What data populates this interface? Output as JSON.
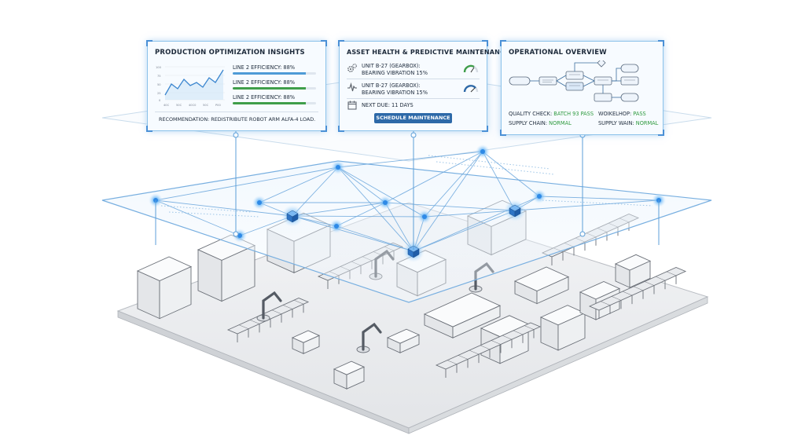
{
  "panel_production": {
    "title": "PRODUCTION OPTIMIZATION INSIGHTS",
    "chart_y_ticks": [
      "100",
      "75",
      "50",
      "25",
      "0"
    ],
    "chart_x_ticks": [
      "40C",
      "50C",
      "40C0",
      "50C",
      "P00"
    ],
    "metrics": [
      {
        "label": "LINE 2 EFFICIENCY: 88%",
        "level": 0.88,
        "color": "#4e9bd6"
      },
      {
        "label": "LINE 2 EFFICIENCY: 88%",
        "level": 0.88,
        "color": "#3f9e4a"
      },
      {
        "label": "LINE 2 EFFICIENCY: 88%",
        "level": 0.88,
        "color": "#3f9e4a"
      }
    ],
    "recommendation": "RECOMMENDATION: REDISTRIBUTE ROBOT ARM ALFA-4 LOAD."
  },
  "panel_asset": {
    "title": "ASSET HEALTH & PREDICTIVE MAINTENANCE",
    "items": [
      {
        "line1": "UNIT B-27 (GEARBOX):",
        "line2": "BEARING VIBRATION 15%",
        "icon": "gears-icon"
      },
      {
        "line1": "UNIT B-27 (GEARBOX):",
        "line2": "BEARING VIBRATION 15%",
        "icon": "vibration-wave-icon"
      }
    ],
    "next_due": "NEXT DUE: 11 DAYS",
    "button": "SCHEDULE MAINTENANCE"
  },
  "panel_operational": {
    "title": "OPERATIONAL OVERVIEW",
    "quality_label": "QUALITY CHECK:",
    "quality_value": "BATCH 93 PASS",
    "wh_label": "WOIKELHOP:",
    "wh_value": "PASS",
    "supply1_label": "SUPPLY CHAIN:",
    "supply1_value": "NORMAL",
    "supply2_label": "SUPPLY WAIN:",
    "supply2_value": "NORMAL"
  },
  "colors": {
    "accent": "#2d69a8",
    "glow": "#4aa3f0",
    "ok": "#2f9a3e",
    "line": "#7fb6e4"
  }
}
